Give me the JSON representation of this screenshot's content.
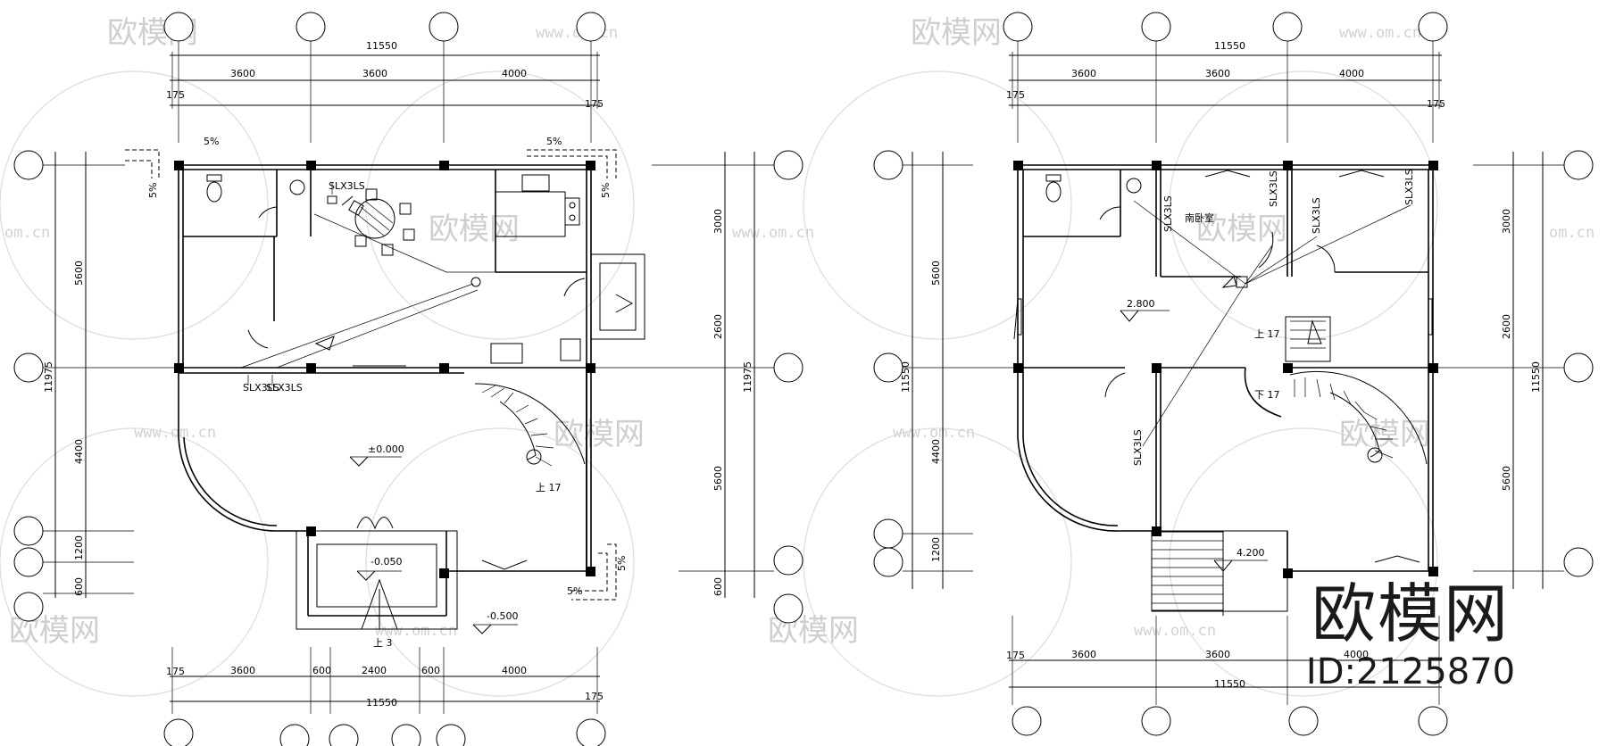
{
  "watermark": {
    "site_name": "欧模网",
    "url": "www.om.cn",
    "url_fragment": "om.cn"
  },
  "brand": {
    "name": "欧模网",
    "id_label": "ID:2125870"
  },
  "plan_left": {
    "dim_total": "11550",
    "dim_bays": [
      "3600",
      "3600",
      "4000"
    ],
    "dim_offset": "175",
    "dim_left_overall": "11975",
    "dim_left_segments": [
      "5600",
      "4400",
      "1200",
      "600"
    ],
    "dim_right_segments": [
      "3000",
      "2600",
      "5600",
      "600"
    ],
    "dim_bottom_bays": [
      "3600",
      "600",
      "2400",
      "600",
      "4000"
    ],
    "slope": "5%",
    "elevation_floor": "±0.000",
    "elevation_porch": "-0.050",
    "elevation_outside": "-0.500",
    "stair_up_label": "上 17",
    "steps_label": "上 3",
    "switch_label": "SLX3LS"
  },
  "plan_right": {
    "dim_total": "11550",
    "dim_bays": [
      "3600",
      "3600",
      "4000"
    ],
    "dim_offset": "175",
    "dim_left_overall": "11550",
    "dim_left_segments": [
      "5600",
      "4400",
      "1200"
    ],
    "dim_right_segments": [
      "3000",
      "2600",
      "5600"
    ],
    "dim_bottom_bays": [
      "3600",
      "3600",
      "4000"
    ],
    "elevation_upper": "2.800",
    "elevation_terrace": "4.200",
    "room_label": "南卧室",
    "stair_up_label": "上 17",
    "stair_down_label": "下 17",
    "switch_label": "SLX3LS"
  }
}
